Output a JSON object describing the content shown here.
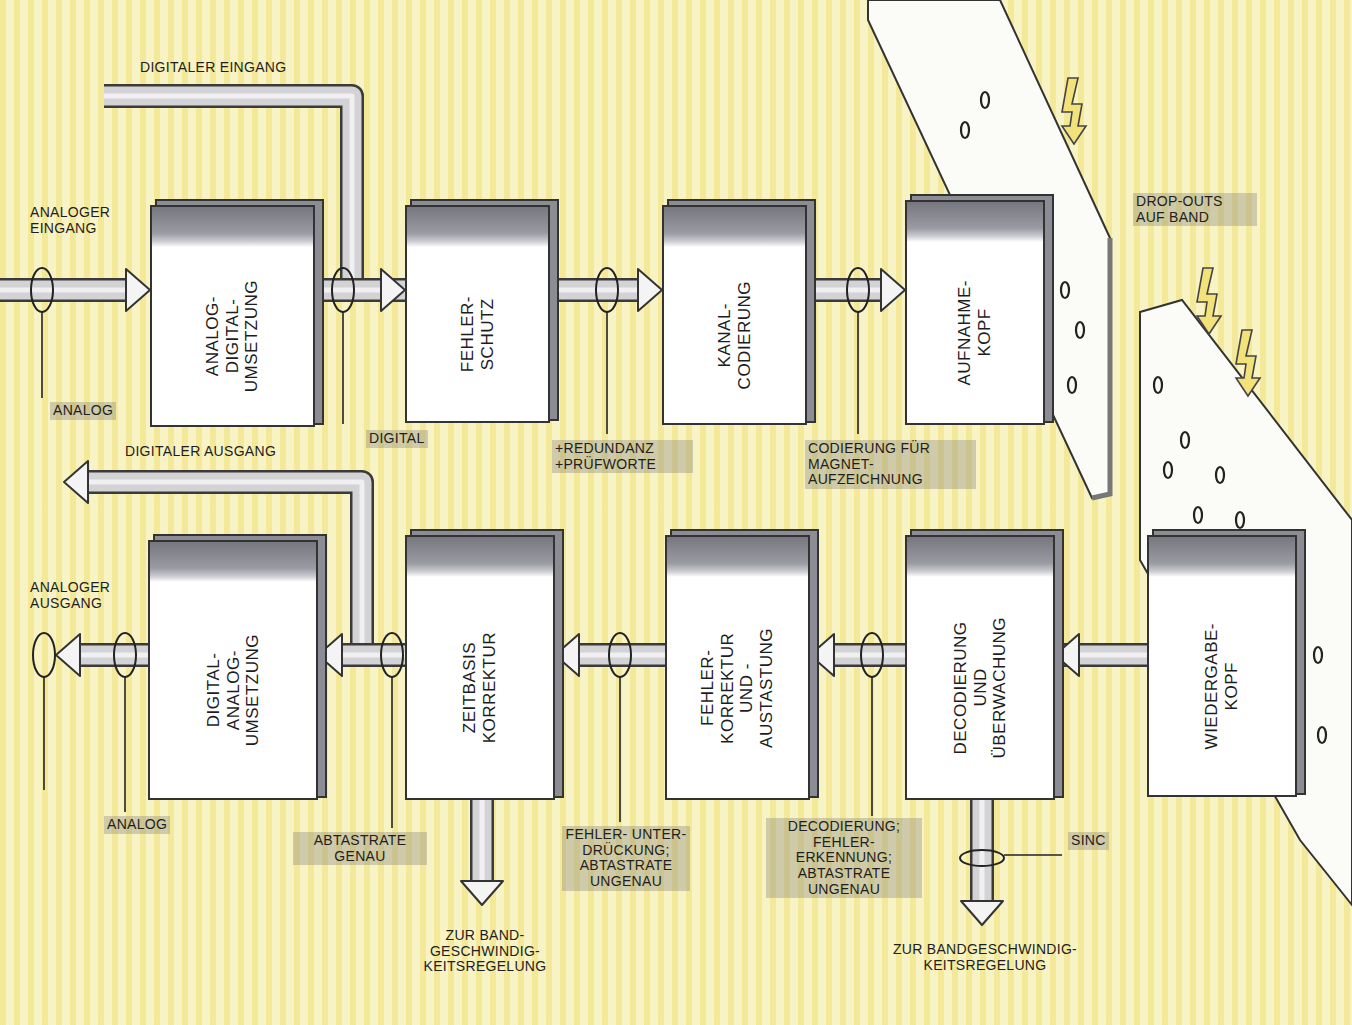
{
  "diagram": {
    "nodes": [
      {
        "text": [
          "ANALOG- DIGITAL- UMSETZUNG"
        ]
      },
      {
        "text": [
          "FEHLER- SCHUTZ"
        ]
      },
      {
        "text": [
          "KANAL- CODIERUNG"
        ]
      },
      {
        "text": [
          "AUFNAHME- KOPF"
        ]
      },
      {
        "text": [
          "WIEDERGABE- KOPF"
        ]
      },
      {
        "text": [
          "DECODIERUNG UND ÜBERWACHUNG"
        ]
      },
      {
        "text": [
          "FEHLER- KORREKTUR UND -AUSTASTUNG"
        ]
      },
      {
        "text": [
          "ZEITBASIS KORREKTUR"
        ]
      },
      {
        "text": [
          "DIGITAL- ANALOG- UMSETZUNG"
        ]
      }
    ],
    "edges": [
      {
        "from": 0,
        "to": 1,
        "arrow": "to"
      },
      {
        "from": 1,
        "to": 2,
        "arrow": "to"
      },
      {
        "from": 2,
        "to": 3,
        "arrow": "to"
      },
      {
        "from": 4,
        "to": 5,
        "arrow": "to"
      },
      {
        "from": 5,
        "to": 6,
        "arrow": "to"
      },
      {
        "from": 6,
        "to": 7,
        "arrow": "to"
      },
      {
        "from": 7,
        "to": 8,
        "arrow": "to"
      }
    ],
    "labels": [
      "DIGITALER EINGANG",
      "ANALOGER EINGANG",
      "ANALOG",
      "DIGITAL",
      "+REDUNDANZ +PRÜFWORTE",
      "CODIERUNG FÜR MAGNET- AUFZEICHNUNG",
      "DROP-OUTS AUF BAND",
      "DIGITALER AUSGANG",
      "ANALOGER AUSGANG",
      "ANALOG",
      "ABTASTRATE GENAU",
      "FEHLER- UNTER- DRÜCKUNG; ABTASTRATE UNGENAU",
      "DECODIERUNG; FEHLER- ERKENNUNG; ABTASTRATE UNGENAU",
      "SINC",
      "ZUR BAND- GESCHWINDIG- KEITSREGELUNG",
      "ZUR BANDGESCHWINDIG- KEITSREGELUNG"
    ]
  }
}
